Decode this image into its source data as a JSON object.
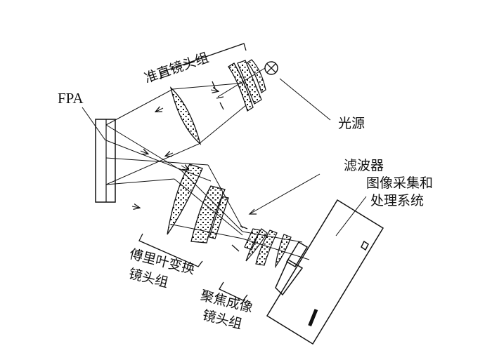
{
  "labels": {
    "collimator": "准直镜头组",
    "fpa": "FPA",
    "light_source": "光源",
    "filter": "滤波器",
    "acquisition_line1": "图像采集和",
    "acquisition_line2": "处理系统",
    "fourier_line1": "傅里叶变换",
    "fourier_line2": "镜头组",
    "focusing_line1": "聚焦成像",
    "focusing_line2": "镜头组"
  },
  "colors": {
    "stroke": "#111111",
    "background": "#ffffff"
  }
}
